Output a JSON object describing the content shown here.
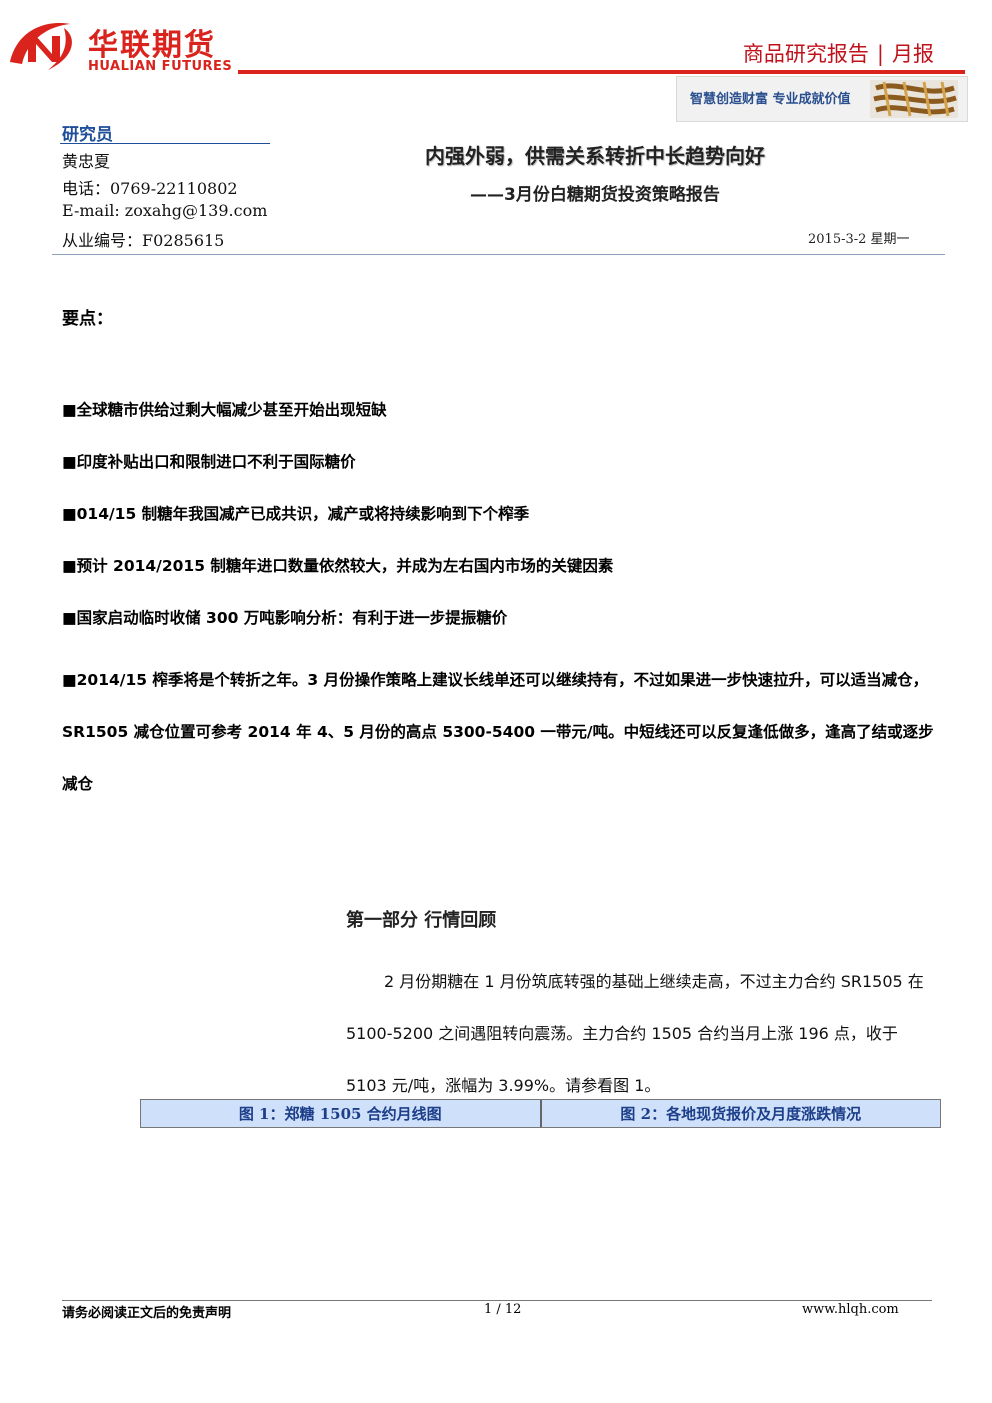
{
  "header": {
    "brand_cn": "华联期货",
    "brand_en": "HUALIAN FUTURES",
    "report_category": "商品研究报告",
    "report_frequency": "月报",
    "slogan": "智慧创造财富  专业成就价值",
    "brand_color": "#d9231c",
    "logo_icon": "hualian-n-logo-icon"
  },
  "researcher": {
    "label": "研究员",
    "name": "黄忠夏",
    "phone": "电话：0769-22110802",
    "email": "E-mail: zoxahg@139.com",
    "license": "从业编号：F0285615"
  },
  "title": {
    "main": "内强外弱，供需关系转折中长趋势向好",
    "subtitle": "——3月份白糖期货投资策略报告",
    "date": "2015-3-2  星期一"
  },
  "key_points": {
    "title": "要点：",
    "items": [
      "■全球糖市供给过剩大幅减少甚至开始出现短缺",
      "■印度补贴出口和限制进口不利于国际糖价",
      "■014/15 制糖年我国减产已成共识，减产或将持续影响到下个榨季",
      "■预计 2014/2015 制糖年进口数量依然较大，并成为左右国内市场的关键因素",
      "■国家启动临时收储 300 万吨影响分析：有利于进一步提振糖价"
    ],
    "final": "■2014/15 榨季将是个转折之年。3 月份操作策略上建议长线单还可以继续持有，不过如果进一步快速拉升，可以适当减仓，SR1505 减仓位置可参考 2014 年 4、5 月份的高点 5300-5400 一带元/吨。中短线还可以反复逢低做多，逢高了结或逐步减仓"
  },
  "section": {
    "title": "第一部分    行情回顾",
    "paragraph": "2 月份期糖在 1 月份筑底转强的基础上继续走高，不过主力合约 SR1505 在 5100-5200 之间遇阻转向震荡。主力合约 1505 合约当月上涨 196 点，收于 5103 元/吨，涨幅为 3.99%。请参看图 1。"
  },
  "figures": {
    "fig1": "图 1：郑糖 1505 合约月线图",
    "fig2": "图 2：各地现货报价及月度涨跌情况"
  },
  "footer": {
    "disclaimer": "请务必阅读正文后的免责声明",
    "page": "1  /  12",
    "website": "www.hlqh.com"
  }
}
